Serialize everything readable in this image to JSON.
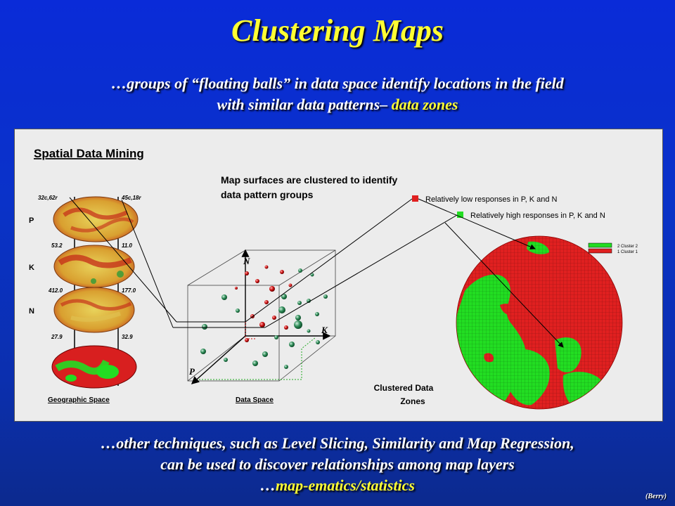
{
  "title": "Clustering Maps",
  "subtitle": {
    "line1": "…groups of “floating balls” in data space identify locations in the field",
    "line2_prefix": "with similar data patterns– ",
    "line2_highlight": "data zones"
  },
  "panel": {
    "heading": "Spatial Data Mining",
    "note_line1": "Map surfaces are clustered to identify",
    "note_line2": "data pattern groups",
    "legend_low": "Relatively low  responses in P, K and N",
    "legend_high": "Relatively high  responses in P, K and N",
    "layers": {
      "p_label": "P",
      "k_label": "K",
      "n_label": "N",
      "p_left": "32c,62r",
      "p_right": "45c,18r",
      "k_left": "53.2",
      "k_right": "11.0",
      "n_left": "412.0",
      "n_right": "177.0",
      "c_left": "27.9",
      "c_right": "32.9"
    },
    "axis_n": "N",
    "axis_k": "K",
    "axis_p": "P",
    "geo_label": "Geographic Space",
    "data_label": "Data Space",
    "zones_line1": "Clustered Data",
    "zones_line2": "Zones",
    "map_legend_2": "2 Cluster 2",
    "map_legend_1": "1 Cluster 1",
    "colors": {
      "cluster_low": "#e02020",
      "cluster_high": "#22dd22"
    }
  },
  "footer": {
    "line1": "…other techniques, such as Level Slicing, Similarity and Map Regression,",
    "line2": "can be used to discover relationships among map layers",
    "line3_prefix": "…",
    "line3_highlight": "map-ematics/statistics"
  },
  "credit": "(Berry)"
}
